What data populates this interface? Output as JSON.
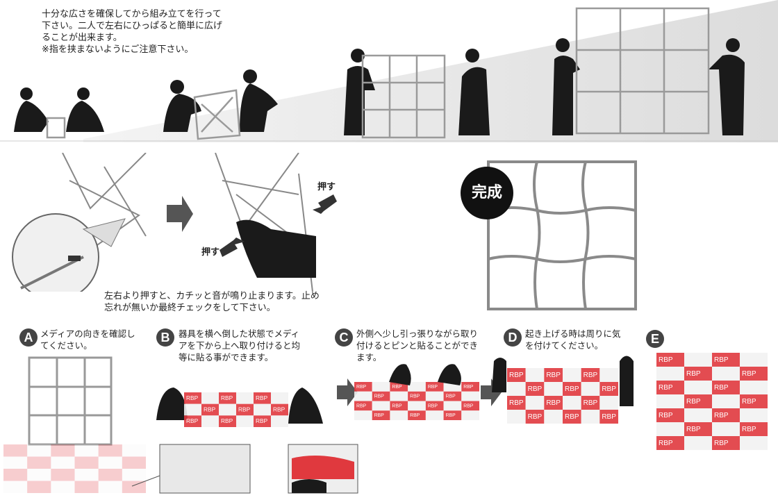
{
  "intro": {
    "text": "十分な広さを確保してから組み立てを行って\n下さい。二人で左右にひっぱると簡単に広げ\nることが出来ます。\n※指を挟まないようにご注意下さい。"
  },
  "lock": {
    "push_label_right": "押す",
    "push_label_left": "押す",
    "text": "左右より押すと、カチッと音が鳴り止まります。止め\n忘れが無いか最終チェックをして下さい。"
  },
  "complete": {
    "label": "完成"
  },
  "steps": [
    {
      "badge": "A",
      "text": "メディアの向きを確認し\nてください。"
    },
    {
      "badge": "B",
      "text": "器具を横へ倒した状態でメディ\nアを下から上へ取り付けると均\n等に貼る事ができます。"
    },
    {
      "badge": "C",
      "text": "外側へ少し引っ張りながら取り\n付けるとピンと貼ることができ\nます。"
    },
    {
      "badge": "D",
      "text": "起き上げる時は周りに気\nを付けてください。"
    },
    {
      "badge": "E",
      "text": ""
    }
  ],
  "media": {
    "brand": "RBP"
  },
  "colors": {
    "silhouette": "#1a1a1a",
    "frame": "#9a9a9a",
    "media_red": "#e0393e",
    "arrow": "#555555",
    "badge": "#444444"
  }
}
